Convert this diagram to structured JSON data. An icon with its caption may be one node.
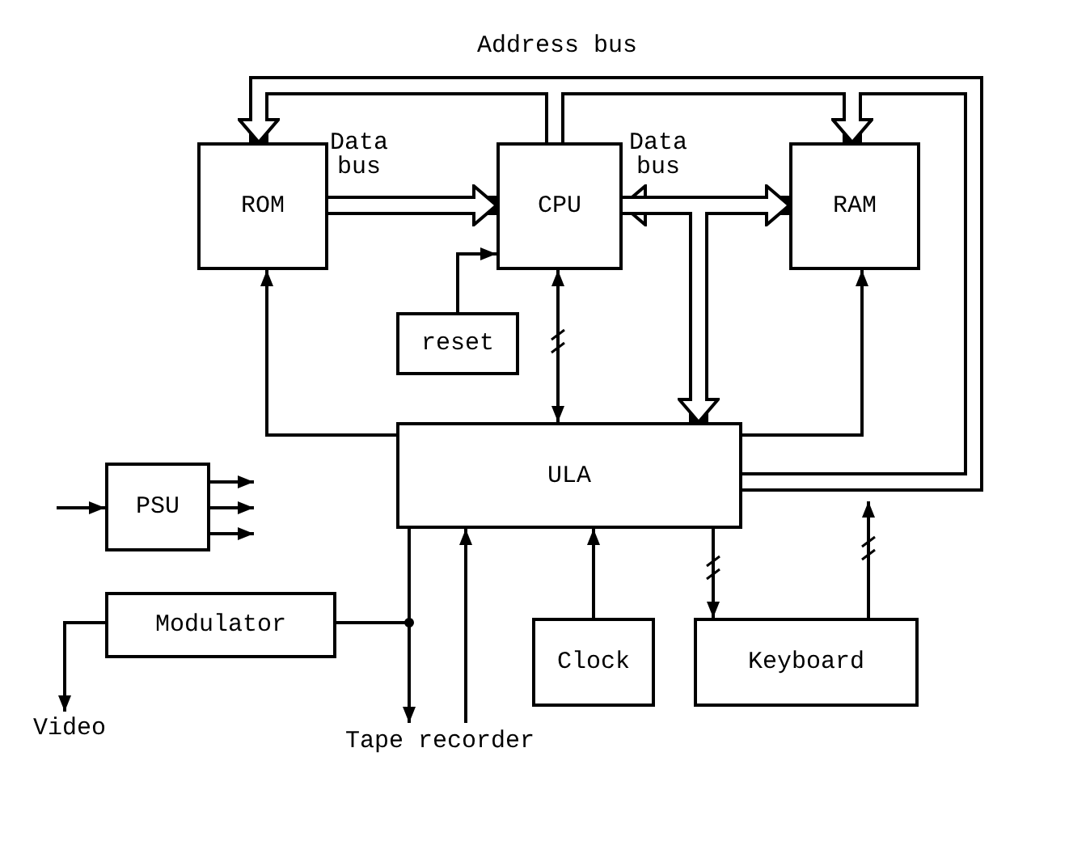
{
  "diagram": {
    "nodes": [
      {
        "text": [
          "ROM"
        ]
      },
      {
        "text": [
          "CPU"
        ]
      },
      {
        "text": [
          "RAM"
        ]
      },
      {
        "text": [
          "reset"
        ]
      },
      {
        "text": [
          "ULA"
        ]
      },
      {
        "text": [
          "PSU"
        ]
      },
      {
        "text": [
          "Modulator"
        ]
      },
      {
        "text": [
          "Clock"
        ]
      },
      {
        "text": [
          "Keyboard"
        ]
      },
      {
        "text": [
          "Video"
        ]
      },
      {
        "text": [
          "Tape recorder"
        ]
      }
    ],
    "edges": [
      {
        "from": 0,
        "to": 1,
        "arrow": "to",
        "style": "thick",
        "label": "Data bus"
      },
      {
        "from": 1,
        "to": 2,
        "arrow": "both",
        "style": "thick",
        "label": "Data bus"
      },
      {
        "from": 1,
        "to": 4,
        "arrow": "to",
        "style": "thick"
      },
      {
        "from": 1,
        "to": 0,
        "arrow": "to",
        "style": "thick"
      },
      {
        "from": 1,
        "to": 2,
        "arrow": "to",
        "style": "thick"
      },
      {
        "from": 4,
        "to": 0,
        "arrow": "to",
        "style": "thick"
      },
      {
        "from": 4,
        "to": 2,
        "arrow": "to",
        "style": "thick"
      },
      {
        "from": 1,
        "to": 4,
        "arrow": "both"
      },
      {
        "from": 3,
        "to": 1,
        "arrow": "to"
      },
      {
        "from": 4,
        "to": 0,
        "arrow": "to"
      },
      {
        "from": 4,
        "to": 2,
        "arrow": "to"
      },
      {
        "from": null,
        "to": 5,
        "arrow": "to"
      },
      {
        "from": 5,
        "to": null,
        "arrow": "to"
      },
      {
        "from": 5,
        "to": null,
        "arrow": "to"
      },
      {
        "from": 5,
        "to": null,
        "arrow": "to"
      },
      {
        "from": 4,
        "to": 6,
        "arrow": "none"
      },
      {
        "from": 4,
        "to": 10,
        "arrow": "to"
      },
      {
        "from": 6,
        "to": 9,
        "arrow": "to"
      },
      {
        "from": 10,
        "to": 4,
        "arrow": "to"
      },
      {
        "from": 7,
        "to": 4,
        "arrow": "to"
      },
      {
        "from": 4,
        "to": 8,
        "arrow": "to"
      },
      {
        "from": 8,
        "to": null,
        "arrow": "to"
      }
    ],
    "labels": [
      "Address bus"
    ]
  }
}
